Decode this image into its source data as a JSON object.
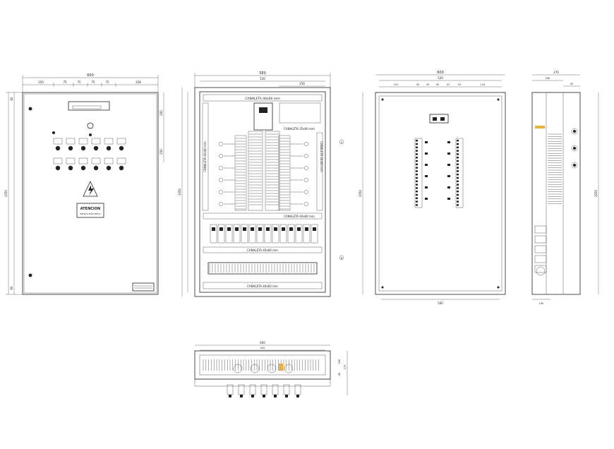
{
  "front": {
    "width_dim": "600",
    "sub_dims": [
      "250",
      "75",
      "75",
      "75",
      "75",
      "250"
    ],
    "height_dim": "1050",
    "right_dims": [
      "250",
      "250"
    ],
    "left_dims": [
      "60",
      "60"
    ],
    "sign_title": "ATENCION",
    "sign_sub": "RIESGO ELECTRICO"
  },
  "interior": {
    "width_dim": "580",
    "inner_dim": "520",
    "top_right_dim": "250",
    "height_dim": "1050",
    "canaleta_top": "CANALETA 40x60 mm",
    "canaleta_small": "CANALETA 25x60 mm",
    "canaleta_left": "CANALETA 40x60 mm",
    "canaleta_right": "CANALETA 40x60 mm",
    "canaleta_mid": "CANALETA 40x60 mm",
    "canaleta_low": "CANALETA 40x60 mm",
    "canaleta_bottom": "CANALETA 40x60 mm",
    "callouts": [
      "A",
      "B"
    ]
  },
  "backplate": {
    "width_dim": "600",
    "inner_dim": "520",
    "sub_dims": [
      "210",
      "55",
      "45",
      "50",
      "47",
      "53",
      "110"
    ],
    "height_dim": "1050",
    "bottom_dim": "500"
  },
  "side": {
    "width_dim": "270",
    "sub_dims": [
      "180",
      "90"
    ],
    "height_dim": "1050",
    "bottom_dim": "190"
  },
  "bottom_view": {
    "width_dim": "600",
    "inner_dim": "520",
    "right_dims": [
      "270",
      "180",
      "90"
    ]
  }
}
